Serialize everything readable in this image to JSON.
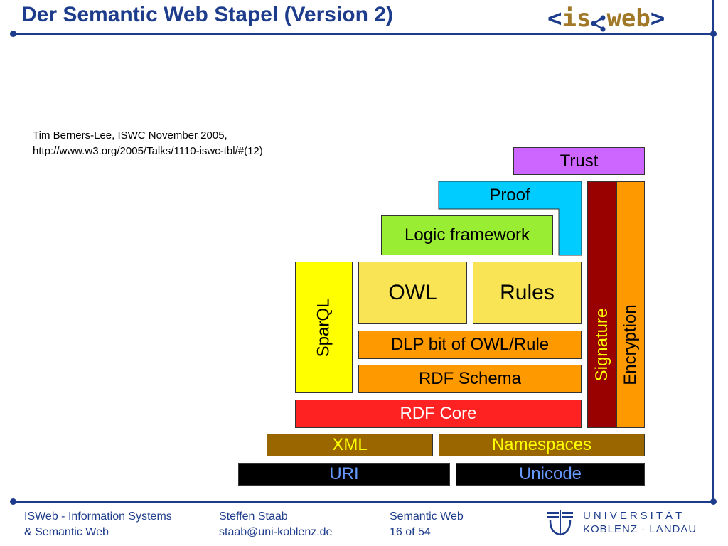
{
  "header": {
    "title": "Der Semantic Web Stapel (Version 2)",
    "logo": {
      "open": "<",
      "part1": "is",
      "part2": "web",
      "close": ">"
    }
  },
  "citation": {
    "line1": "Tim Berners-Lee, ISWC November 2005,",
    "line2": "http://www.w3.org/2005/Talks/1110-iswc-tbl/#(12)"
  },
  "stack": {
    "trust": "Trust",
    "proof": "Proof",
    "logic": "Logic framework",
    "sparql": "SparQL",
    "owl": "OWL",
    "rules": "Rules",
    "dlp": "DLP bit of OWL/Rule",
    "rdfs": "RDF Schema",
    "rdfcore": "RDF Core",
    "signature": "Signature",
    "encryption": "Encryption",
    "xml": "XML",
    "namespaces": "Namespaces",
    "uri": "URI",
    "unicode": "Unicode"
  },
  "colors": {
    "accent": "#1e3c8c",
    "trust": "#cc66ff",
    "proof": "#00ccff",
    "logic": "#99ee33",
    "sparql": "#ffff00",
    "owl_rules": "#f8e455",
    "dlp_rdfs": "#ff9900",
    "rdfcore": "#ff2222",
    "signature": "#990000",
    "encryption": "#ff9900",
    "xml_ns": "#996600",
    "uri_unicode": "#000000"
  },
  "footer": {
    "col1_line1": "ISWeb - Information Systems",
    "col1_line2": "& Semantic Web",
    "col2_line1": "Steffen Staab",
    "col2_line2": "staab@uni-koblenz.de",
    "col3_line1": "Semantic Web",
    "col3_line2": "16 of 54",
    "uni_line1": "UNIVERSITÄT",
    "uni_line2": "KOBLENZ · LANDAU"
  }
}
